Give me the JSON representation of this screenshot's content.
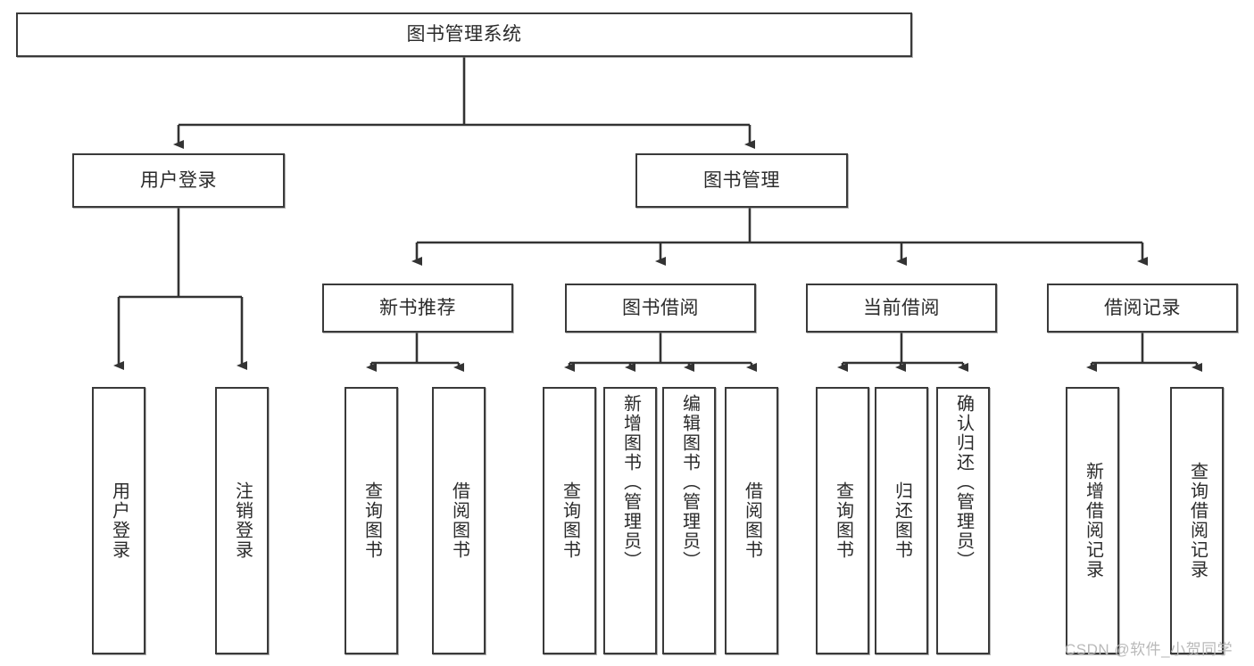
{
  "diagram": {
    "title": "图书管理系统",
    "type": "hierarchy-tree",
    "root": {
      "label": "图书管理系统"
    },
    "level2": [
      {
        "label": "用户登录"
      },
      {
        "label": "图书管理"
      }
    ],
    "level3": [
      {
        "label": "新书推荐"
      },
      {
        "label": "图书借阅"
      },
      {
        "label": "当前借阅"
      },
      {
        "label": "借阅记录"
      }
    ],
    "leaves": {
      "user_login": [
        {
          "label": "用户登录"
        },
        {
          "label": "注销登录"
        }
      ],
      "new_book_recommend": [
        {
          "label": "查询图书"
        },
        {
          "label": "借阅图书"
        }
      ],
      "book_borrow": [
        {
          "label": "查询图书"
        },
        {
          "label": "新增图书（管理员）"
        },
        {
          "label": "编辑图书（管理员）"
        },
        {
          "label": "借阅图书"
        }
      ],
      "current_borrow": [
        {
          "label": "查询图书"
        },
        {
          "label": "归还图书"
        },
        {
          "label": "确认归还（管理员）"
        }
      ],
      "borrow_record": [
        {
          "label": "新增借阅记录"
        },
        {
          "label": "查询借阅记录"
        }
      ]
    },
    "colors": {
      "box_border": "#3a3a3a",
      "box_fill": "#ffffff",
      "text": "#2b2b2b",
      "connector": "#333333",
      "watermark": "#b9b9b9"
    }
  },
  "watermark": {
    "text": "CSDN @软件_小贺同学"
  }
}
